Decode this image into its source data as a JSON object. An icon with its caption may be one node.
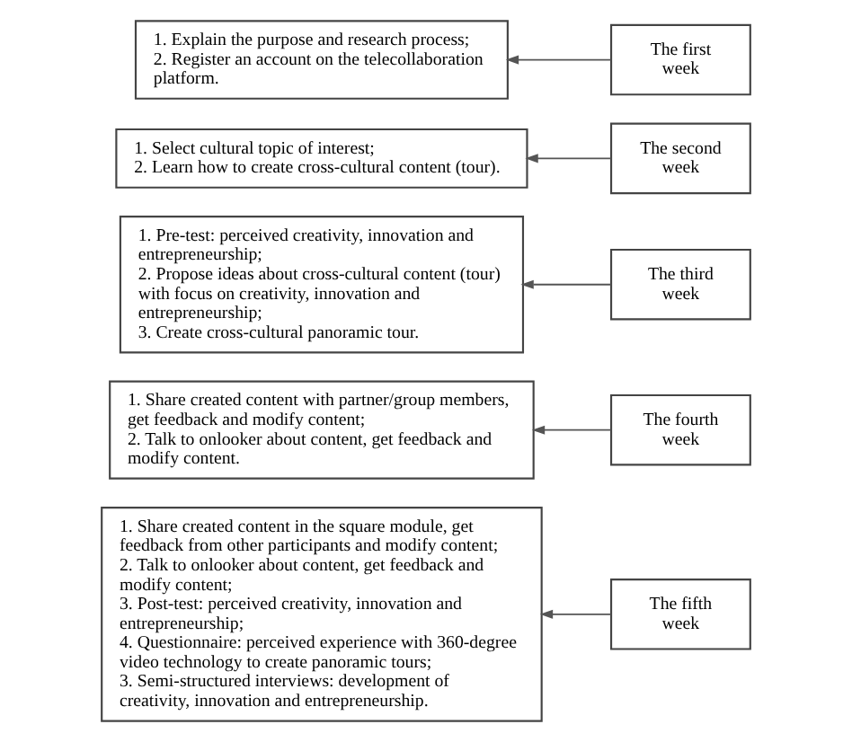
{
  "diagram": {
    "nodes": [
      {
        "text": [
          "1. Explain the purpose and research process;",
          "2. Register an account on the telecollaboration platform."
        ]
      },
      {
        "text": [
          "The first week"
        ]
      },
      {
        "text": [
          "1. Select cultural topic of interest;",
          "2. Learn how to create cross-cultural content (tour)."
        ]
      },
      {
        "text": [
          "The second week"
        ]
      },
      {
        "text": [
          "1. Pre-test: perceived creativity, innovation and entrepreneurship;",
          "2. Propose ideas about cross-cultural content (tour) with focus on creativity, innovation and entrepreneurship;",
          "3. Create cross-cultural panoramic tour."
        ]
      },
      {
        "text": [
          "The third week"
        ]
      },
      {
        "text": [
          "1. Share created content with partner/group members, get feedback and modify content;",
          "2. Talk to onlooker about content, get feedback and modify content."
        ]
      },
      {
        "text": [
          "The fourth week"
        ]
      },
      {
        "text": [
          "1. Share created content in the square module, get feedback from other participants and modify content;",
          "2. Talk to onlooker about content, get feedback and modify content;",
          "3. Post-test: perceived creativity, innovation and entrepreneurship;",
          "4. Questionnaire: perceived experience with 360-degree video technology to create panoramic tours;",
          "3. Semi-structured interviews: development of creativity, innovation and entrepreneurship."
        ]
      },
      {
        "text": [
          "The fifth week"
        ]
      }
    ],
    "edges": [
      {
        "from": 1,
        "to": 0,
        "arrow": "to"
      },
      {
        "from": 3,
        "to": 2,
        "arrow": "to"
      },
      {
        "from": 5,
        "to": 4,
        "arrow": "to"
      },
      {
        "from": 7,
        "to": 6,
        "arrow": "to"
      },
      {
        "from": 9,
        "to": 8,
        "arrow": "to"
      }
    ]
  }
}
